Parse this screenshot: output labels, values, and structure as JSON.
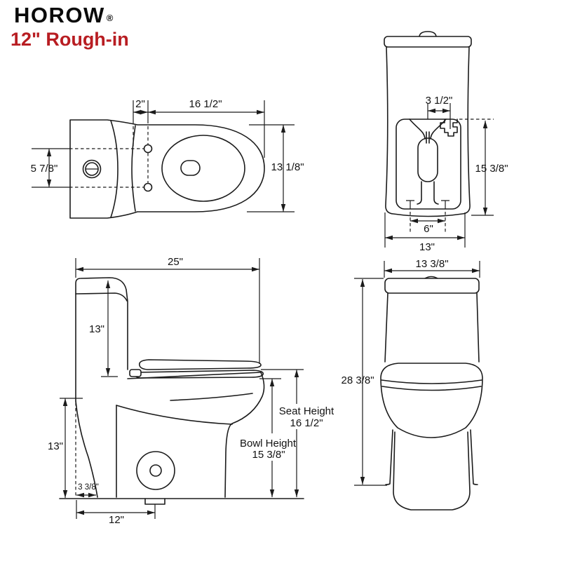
{
  "header": {
    "brand": "HOROW",
    "registered": "®",
    "subtitle": "12\" Rough-in",
    "accent_color": "#b81d22"
  },
  "top_view": {
    "bolt_offset": "2\"",
    "seat_length": "16 1/2\"",
    "overall_width": "13 1/8\"",
    "button_span": "5 7/8\""
  },
  "back_view": {
    "inlet_offset": "3 1/2\"",
    "recess_height": "15 3/8\"",
    "bolt_spacing": "6\"",
    "base_width": "13\""
  },
  "side_view": {
    "overall_depth": "25\"",
    "tank_height": "13\"",
    "rear_height": "13\"",
    "rear_setback": "3 3/8\"",
    "rough_in": "12\"",
    "seat_height_label": "Seat Height",
    "seat_height_value": "16 1/2\"",
    "bowl_height_label": "Bowl Height",
    "bowl_height_value": "15 3/8\""
  },
  "front_view": {
    "tank_width": "13 3/8\"",
    "overall_height": "28 3/8\""
  }
}
